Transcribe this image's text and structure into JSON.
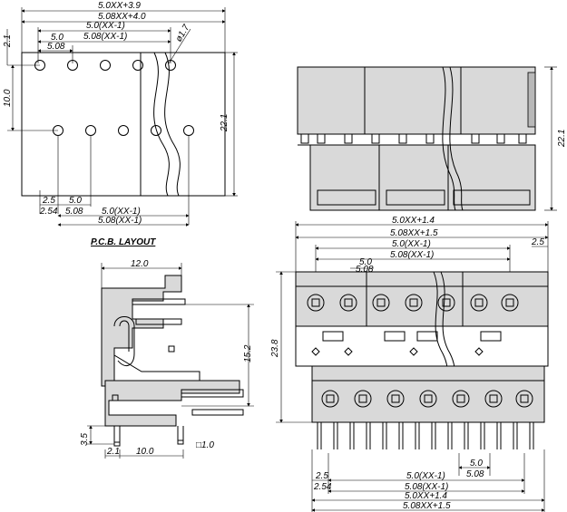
{
  "pcb": {
    "title": "P.C.B. LAYOUT",
    "dims": {
      "overall_a": "5.0XX+3.9",
      "overall_b": "5.08XX+4.0",
      "top_pitch_a": "5.0(XX-1)",
      "top_pitch_b": "5.08(XX-1)",
      "pitch_a": "5.0",
      "pitch_b": "5.08",
      "hole": "ø1.7",
      "offset_top": "2.1",
      "row_gap": "10.0",
      "height": "22.1",
      "left_a": "2.5",
      "left_b": "2.54",
      "bot_pitch_a": "5.0",
      "bot_pitch_b": "5.08",
      "bot_span_a": "5.0(XX-1)",
      "bot_span_b": "5.08(XX-1)"
    }
  },
  "side_view": {
    "height": "22.1"
  },
  "profile": {
    "width": "12.0",
    "height": "15.2",
    "base": "3.5",
    "offset": "2.1",
    "depth": "10.0",
    "pin": "□1.0"
  },
  "front": {
    "top_overall_a": "5.0XX+1.4",
    "top_overall_b": "5.08XX+1.5",
    "top_span_a": "5.0(XX-1)",
    "top_span_b": "5.08(XX-1)",
    "top_pitch_a": "5.0",
    "top_pitch_b": "5.08",
    "right_off": "2.5",
    "height": "23.8",
    "bot_left_a": "2.5",
    "bot_left_b": "2.54",
    "bot_pitch_a": "5.0",
    "bot_pitch_b": "5.08",
    "bot_span_a": "5.0(XX-1)",
    "bot_span_b": "5.08(XX-1)",
    "bot_overall_a": "5.0XX+1.4",
    "bot_overall_b": "5.08XX+1.5"
  }
}
